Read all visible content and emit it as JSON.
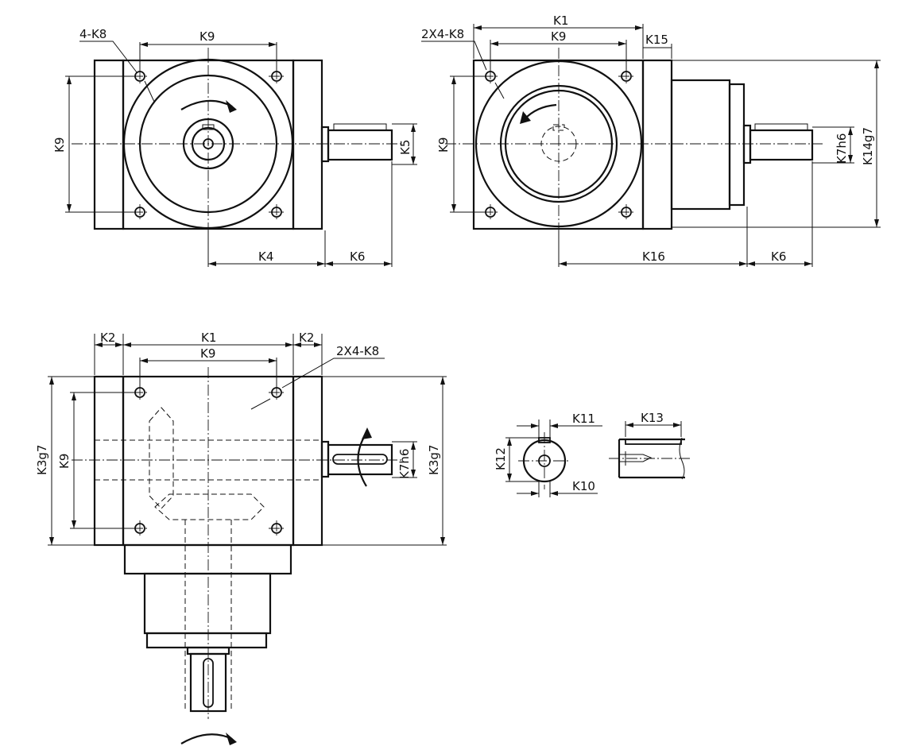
{
  "labels": {
    "front_holes": "4-K8",
    "front_k9_top": "K9",
    "front_k9_left": "K9",
    "front_k5": "K5",
    "front_k4": "K4",
    "front_k6": "K6",
    "side_holes": "2X4-K8",
    "side_k1": "K1",
    "side_k9_top": "K9",
    "side_k15": "K15",
    "side_k9_left": "K9",
    "side_k7h6": "K7h6",
    "side_k14g7": "K14g7",
    "side_k16": "K16",
    "side_k6": "K6",
    "top_k2_left": "K2",
    "top_k1": "K1",
    "top_k9_top": "K9",
    "top_k2_right": "K2",
    "top_holes": "2X4-K8",
    "top_k3g7_left": "K3g7",
    "top_k9_left": "K9",
    "top_k7h6": "K7h6",
    "top_k3g7_right": "K3g7",
    "det_k11": "K11",
    "det_k13": "K13",
    "det_k12": "K12",
    "det_k10": "K10"
  }
}
